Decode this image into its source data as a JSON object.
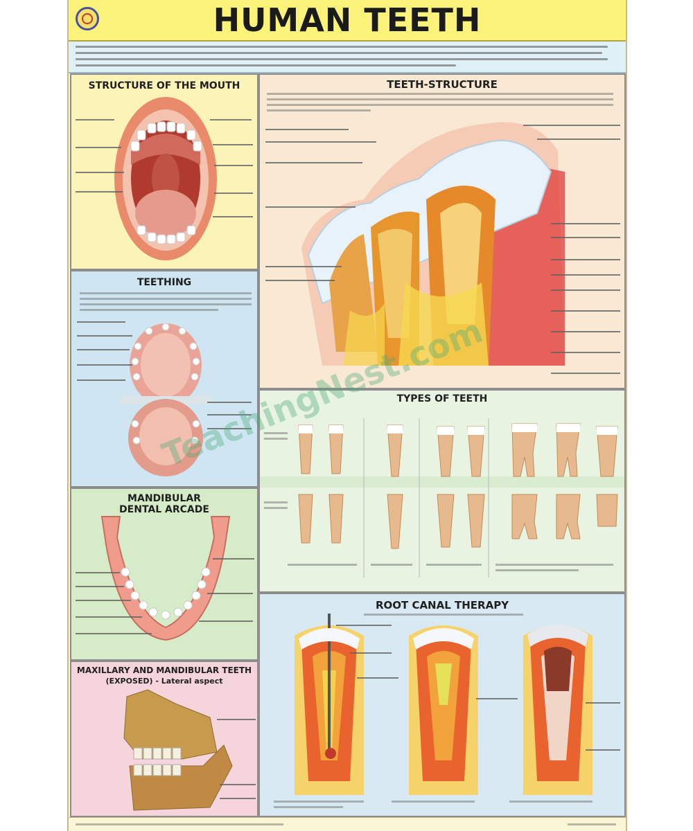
{
  "poster": {
    "title": "HUMAN TEETH"
  },
  "panels": {
    "structure_of_mouth": "STRUCTURE OF THE MOUTH",
    "teeth_structure": "TEETH-STRUCTURE",
    "teething": "TEETHING",
    "types_of_teeth": "TYPES OF TEETH",
    "mandibular_dental_arcade": "MANDIBULAR DENTAL ARCADE",
    "maxillary_mandibular": "MAXILLARY AND MANDIBULAR TEETH",
    "maxillary_mandibular_sub": "(EXPOSED) - Lateral aspect",
    "root_canal_therapy": "ROOT CANAL THERAPY"
  },
  "colors": {
    "title_bar": "#fbf27a",
    "intro_bg": "#dff0f6",
    "yellow_panel": "#fbf3b8",
    "blue_panel": "#cfe6f2",
    "green_panel": "#d6ecc8",
    "pink_panel": "#f6d4dc",
    "types_bg": "#e9f3e1",
    "root_canal_bg": "#d8e9f3"
  },
  "watermark": "TeachingNest.com"
}
